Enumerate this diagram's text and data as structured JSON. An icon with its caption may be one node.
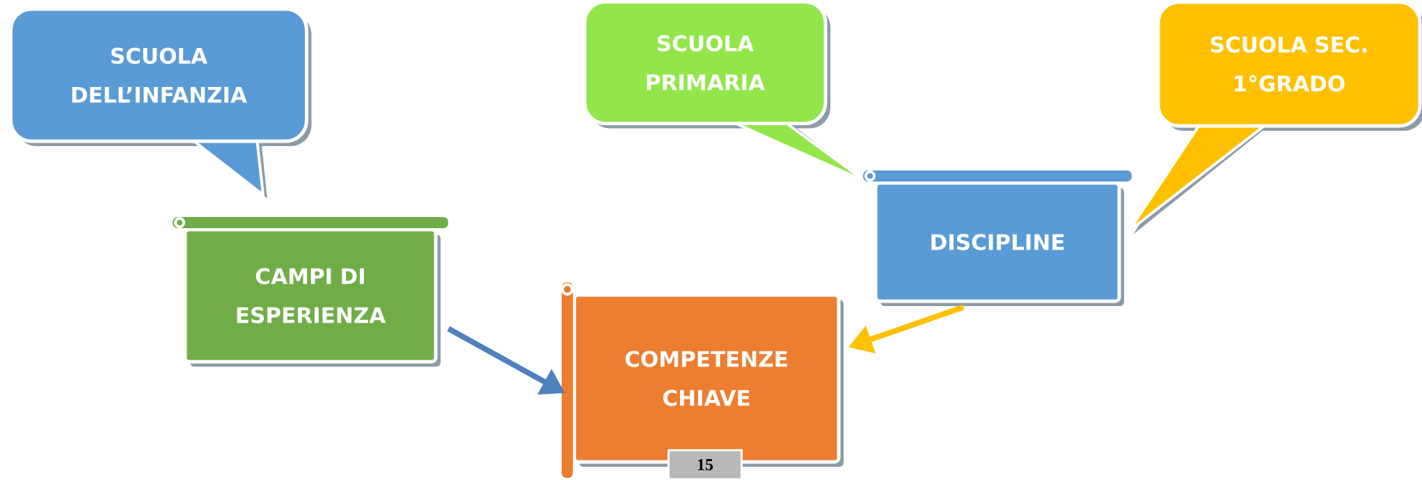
{
  "diagram": {
    "nodes": [
      {
        "text": [
          "SCUOLA DELL’INFANZIA"
        ]
      },
      {
        "text": [
          "SCUOLA PRIMARIA"
        ]
      },
      {
        "text": [
          "SCUOLA SEC. 1°GRADO"
        ]
      },
      {
        "text": [
          "CAMPI DI ESPERIENZA"
        ]
      },
      {
        "text": [
          "DISCIPLINE"
        ]
      },
      {
        "text": [
          "COMPETENZE CHIAVE"
        ]
      }
    ],
    "edges": [
      {
        "from": 3,
        "to": 5,
        "arrow": "to",
        "color": "#4f81bd"
      },
      {
        "from": 4,
        "to": 5,
        "arrow": "to",
        "color": "#ffc000"
      }
    ],
    "labels": [
      "15"
    ]
  }
}
